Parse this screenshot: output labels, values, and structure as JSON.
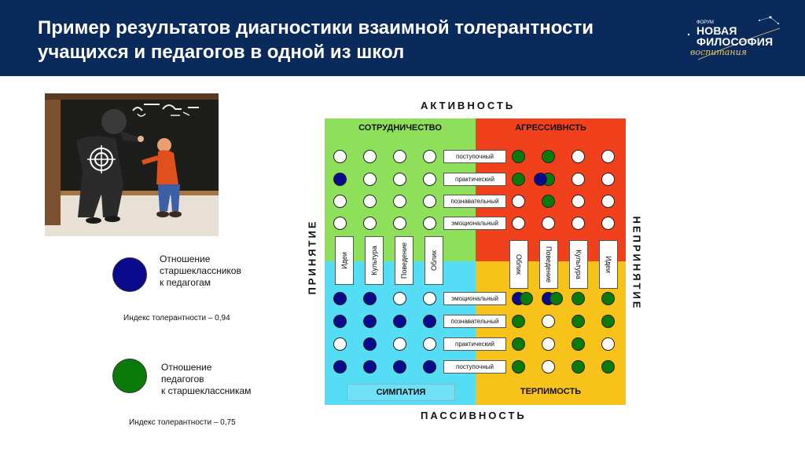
{
  "header": {
    "title": "Пример результатов диагностики взаимной толерантности учащихся и педагогов в одной из школ",
    "logo": {
      "small": "ФОРУМ",
      "line1": "НОВАЯ",
      "line2": "ФИЛОСОФИЯ",
      "script": "воспитания"
    }
  },
  "legend": {
    "students": {
      "text_lines": [
        "Отношение",
        "старшеклассников",
        "к педагогам"
      ],
      "color": "#0a0a8c",
      "index": "Индекс толерантности – 0,94"
    },
    "teachers": {
      "text_lines": [
        "Отношение",
        "педагогов",
        "к старшеклассникам"
      ],
      "color": "#0a7a0a",
      "index": "Индекс толерантности – 0,75"
    }
  },
  "axes": {
    "top": "АКТИВНОСТЬ",
    "bottom": "ПАССИВНОСТЬ",
    "left": "ПРИНЯТИЕ",
    "right": "НЕПРИНЯТИЕ"
  },
  "quadrants": {
    "top_left": {
      "label": "СОТРУДНИЧЕСТВО",
      "color": "#8ee05a"
    },
    "top_right": {
      "label": "АГРЕССИВНСТЬ",
      "color": "#f0401c"
    },
    "bottom_left": {
      "label": "СИМПАТИЯ",
      "color": "#55ddf5"
    },
    "bottom_right": {
      "label": "ТЕРПИМОСТЬ",
      "color": "#f7c21a"
    }
  },
  "rows_top": [
    "поступочный",
    "практический",
    "познавательный",
    "эмоциональный"
  ],
  "rows_bottom": [
    "эмоциональный",
    "познавательный",
    "практический",
    "поступочный"
  ],
  "columns_left": [
    "Идеи",
    "Культура",
    "Поведение",
    "Облик"
  ],
  "columns_right": [
    "Облик",
    "Поведение",
    "Культура",
    "Идеи"
  ],
  "colors": {
    "white": "#ffffff",
    "blue": "#0a0a8c",
    "green": "#0a7a0a"
  },
  "dots": {
    "top_left": [
      [
        "white",
        "white",
        "white",
        "white"
      ],
      [
        "blue",
        "white",
        "white",
        "white"
      ],
      [
        "white",
        "white",
        "white",
        "white"
      ],
      [
        "white",
        "white",
        "white",
        "white"
      ]
    ],
    "top_right": [
      [
        "green",
        "green",
        "white",
        "white"
      ],
      [
        "green",
        "green",
        "white",
        "white"
      ],
      [
        "white",
        "green",
        "white",
        "white"
      ],
      [
        "white",
        "white",
        "white",
        "white"
      ]
    ],
    "bottom_left": [
      [
        "blue",
        "blue",
        "white",
        "white"
      ],
      [
        "blue",
        "blue",
        "blue",
        "blue"
      ],
      [
        "white",
        "blue",
        "white",
        "white"
      ],
      [
        "blue",
        "blue",
        "blue",
        "blue"
      ]
    ],
    "bottom_right": [
      [
        "blue",
        "blue",
        "green",
        "green"
      ],
      [
        "green",
        "white",
        "green",
        "green"
      ],
      [
        "green",
        "white",
        "green",
        "white"
      ],
      [
        "green",
        "white",
        "green",
        "green"
      ]
    ]
  },
  "dots_extra": {
    "top_right_row2": "blue",
    "bottom_right_row1": [
      "green",
      "green"
    ]
  }
}
